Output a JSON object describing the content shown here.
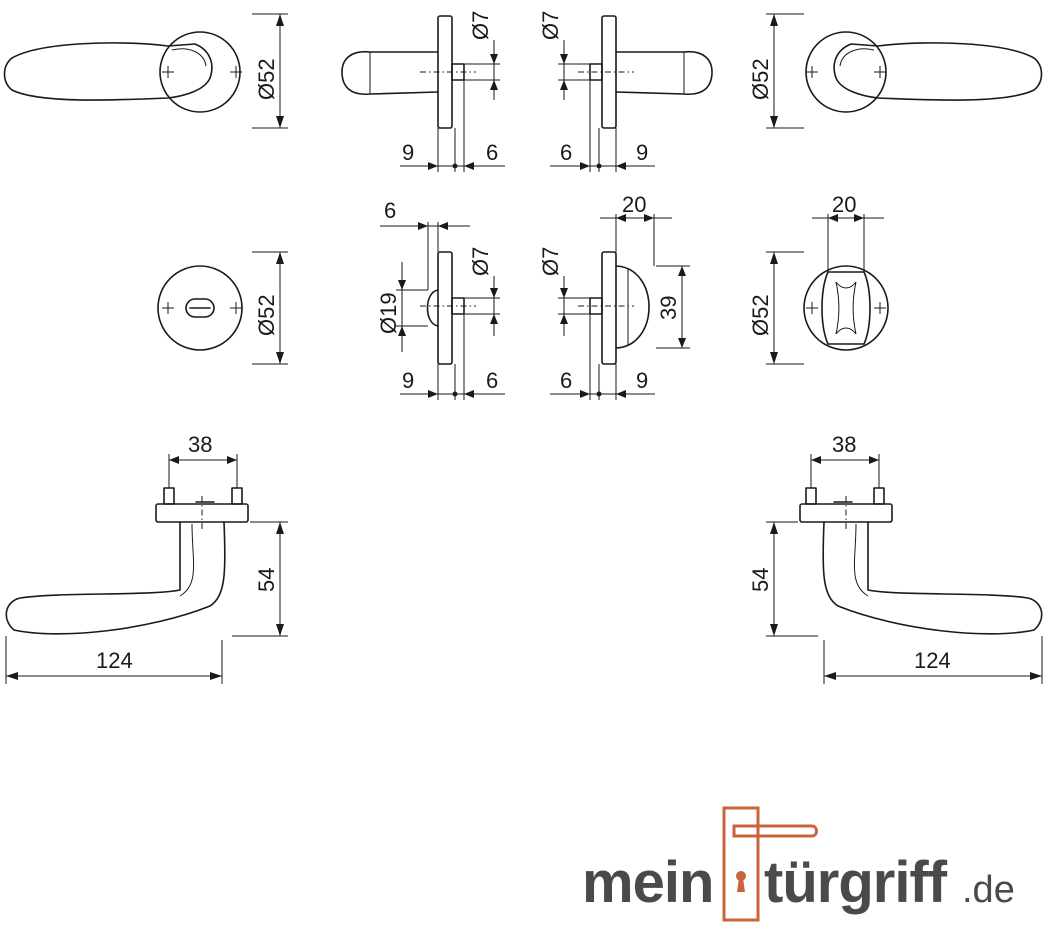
{
  "logo": {
    "word_left": "mein",
    "word_right": "türgriff",
    "suffix": ".de",
    "text_color": "#4a4a4a",
    "accent_color": "#c8643c"
  },
  "dimensions": {
    "rosette_diameter": "Ø52",
    "spindle_diameter": "Ø7",
    "turn_diameter": "Ø19",
    "rose_offset": "9",
    "spindle_offset": "6",
    "turn_width": "20",
    "turn_height": "39",
    "screw_spacing": "38",
    "lever_height": "54",
    "lever_length": "124"
  }
}
